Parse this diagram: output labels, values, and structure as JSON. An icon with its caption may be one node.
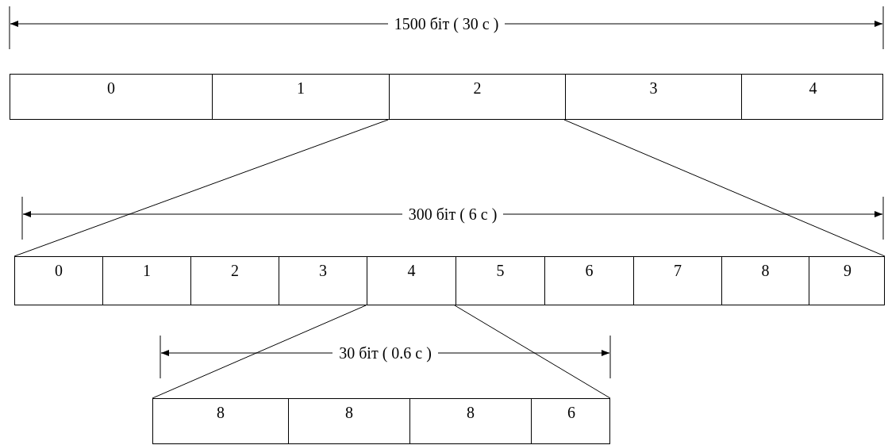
{
  "diagram": {
    "nodes": [
      {
        "text": [],
        "shape": "bar"
      },
      {
        "text": [
          "0"
        ],
        "in": 0
      },
      {
        "text": [
          "1"
        ],
        "in": 0
      },
      {
        "text": [
          "2"
        ],
        "in": 0
      },
      {
        "text": [
          "3"
        ],
        "in": 0
      },
      {
        "text": [
          "4"
        ],
        "in": 0
      },
      {
        "text": [],
        "shape": "bar"
      },
      {
        "text": [
          "0"
        ],
        "in": 6
      },
      {
        "text": [
          "1"
        ],
        "in": 6
      },
      {
        "text": [
          "2"
        ],
        "in": 6
      },
      {
        "text": [
          "3"
        ],
        "in": 6
      },
      {
        "text": [
          "4"
        ],
        "in": 6
      },
      {
        "text": [
          "5"
        ],
        "in": 6
      },
      {
        "text": [
          "6"
        ],
        "in": 6
      },
      {
        "text": [
          "7"
        ],
        "in": 6
      },
      {
        "text": [
          "8"
        ],
        "in": 6
      },
      {
        "text": [
          "9"
        ],
        "in": 6
      },
      {
        "text": [],
        "shape": "bar"
      },
      {
        "text": [
          "8"
        ],
        "in": 17
      },
      {
        "text": [
          "8"
        ],
        "in": 17
      },
      {
        "text": [
          "8"
        ],
        "in": 17
      },
      {
        "text": [
          "6"
        ],
        "in": 17
      }
    ],
    "edges": [
      {
        "from": 3,
        "to": 6,
        "arrow": "none"
      },
      {
        "from": 3,
        "to": 6,
        "arrow": "none"
      },
      {
        "from": 11,
        "to": 17,
        "arrow": "none"
      },
      {
        "from": 11,
        "to": 17,
        "arrow": "none"
      }
    ],
    "labels": [
      "1500 біт ( 30 с )",
      "300 біт ( 6 с )",
      "30 біт ( 0.6 с )"
    ]
  }
}
